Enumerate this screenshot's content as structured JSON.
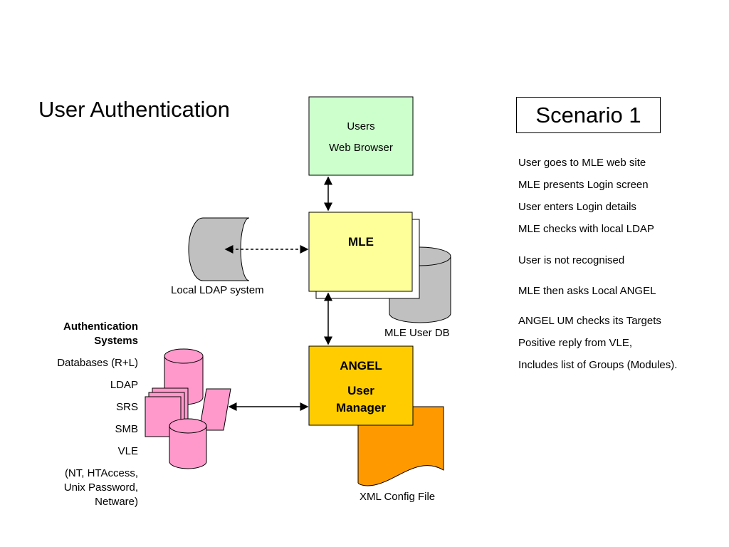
{
  "title": "User Authentication",
  "scenario": "Scenario 1",
  "nodes": {
    "users": {
      "line1": "Users",
      "line2": "Web Browser"
    },
    "mle": "MLE",
    "angel": {
      "line1": "ANGEL",
      "line2": "User",
      "line3": "Manager"
    },
    "ldap_label": "Local LDAP system",
    "mle_db_label": "MLE User DB",
    "xml_label": "XML Config File"
  },
  "auth_systems": {
    "heading": "Authentication Systems",
    "items": [
      "Databases (R+L)",
      "LDAP",
      "SRS",
      "SMB",
      "VLE",
      "(NT, HTAccess, Unix Password, Netware)"
    ]
  },
  "steps": [
    "User goes to MLE web site",
    "MLE presents Login screen",
    "User enters Login details",
    "MLE checks with local LDAP",
    "User is not recognised",
    "MLE then asks Local ANGEL",
    "ANGEL UM checks its Targets",
    "Positive reply from VLE,",
    "Includes list of Groups (Modules)."
  ],
  "colors": {
    "users_fill": "#ccffcc",
    "mle_fill": "#ffff99",
    "angel_fill": "#ffcc00",
    "xml_fill": "#ff9900",
    "cylinder_gray": "#c0c0c0",
    "auth_pink": "#ff99cc"
  }
}
